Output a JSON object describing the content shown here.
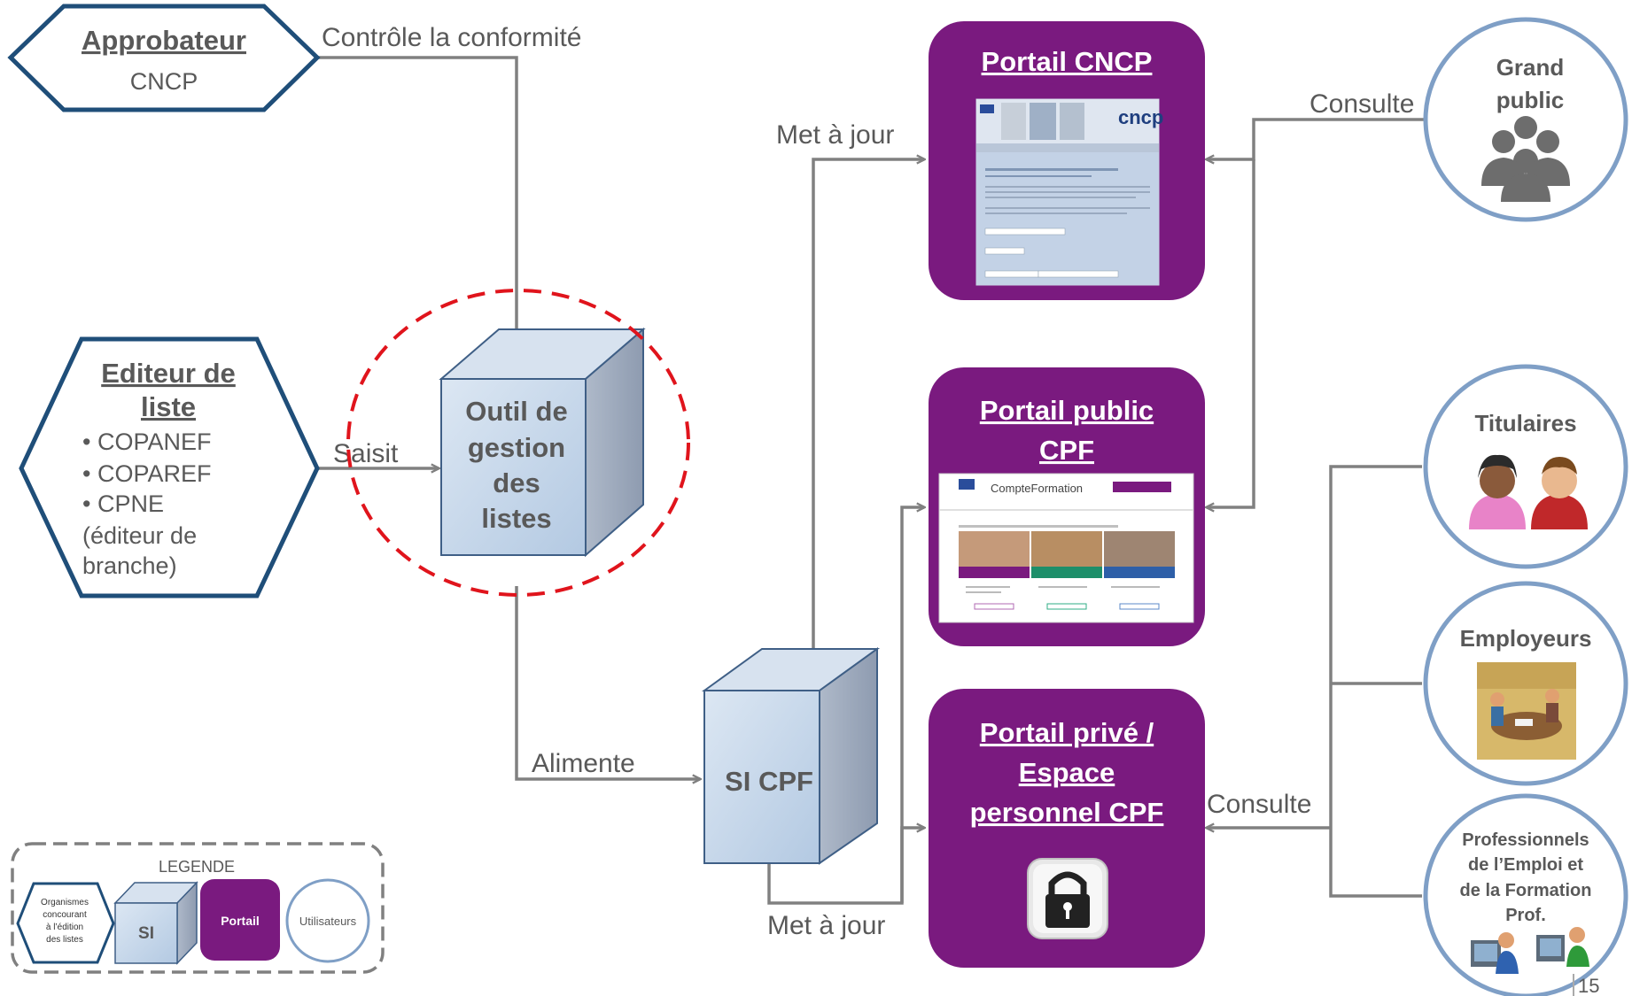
{
  "approbateur": {
    "title": "Approbateur",
    "subtitle": "CNCP"
  },
  "editeur": {
    "title_line1": "Editeur de",
    "title_line2": "liste",
    "items": [
      "• COPANEF",
      "• COPAREF",
      "• CPNE"
    ],
    "note_line1": "(éditeur de",
    "note_line2": "branche)"
  },
  "outil": {
    "lines": [
      "Outil de",
      "gestion",
      "des",
      "listes"
    ]
  },
  "si_cpf": {
    "label": "SI CPF"
  },
  "portals": {
    "cncp": {
      "title": "Portail CNCP"
    },
    "public": {
      "title_line1": "Portail public",
      "title_line2": "CPF"
    },
    "prive": {
      "title_line1": "Portail privé /",
      "title_line2": "Espace",
      "title_line3": "personnel CPF"
    }
  },
  "users": {
    "grand_public": {
      "line1": "Grand",
      "line2": "public"
    },
    "titulaires": {
      "label": "Titulaires"
    },
    "employeurs": {
      "label": "Employeurs"
    },
    "professionnels": {
      "line1": "Professionnels",
      "line2": "de l’Emploi et",
      "line3": "de la Formation",
      "line4": "Prof."
    }
  },
  "arrows": {
    "controle": "Contrôle la conformité",
    "saisit": "Saisit",
    "alimente": "Alimente",
    "met_a_jour_top": "Met à jour",
    "met_a_jour_bottom": "Met à jour",
    "consulte_top": "Consulte",
    "consulte_bottom": "Consulte"
  },
  "legend": {
    "title": "LEGENDE",
    "organismes_lines": [
      "Organismes",
      "concourant",
      "à l’édition",
      "des listes"
    ],
    "si": "SI",
    "portail": "Portail",
    "utilisateurs": "Utilisateurs"
  },
  "page_number": "15",
  "colors": {
    "portal": "#7a1a7f",
    "hex_border": "#1f4e79",
    "circle_border": "#7f9fc6",
    "cube_front": "#c9d9ec",
    "arrow": "#808080",
    "dashed_red": "#e0141c"
  }
}
